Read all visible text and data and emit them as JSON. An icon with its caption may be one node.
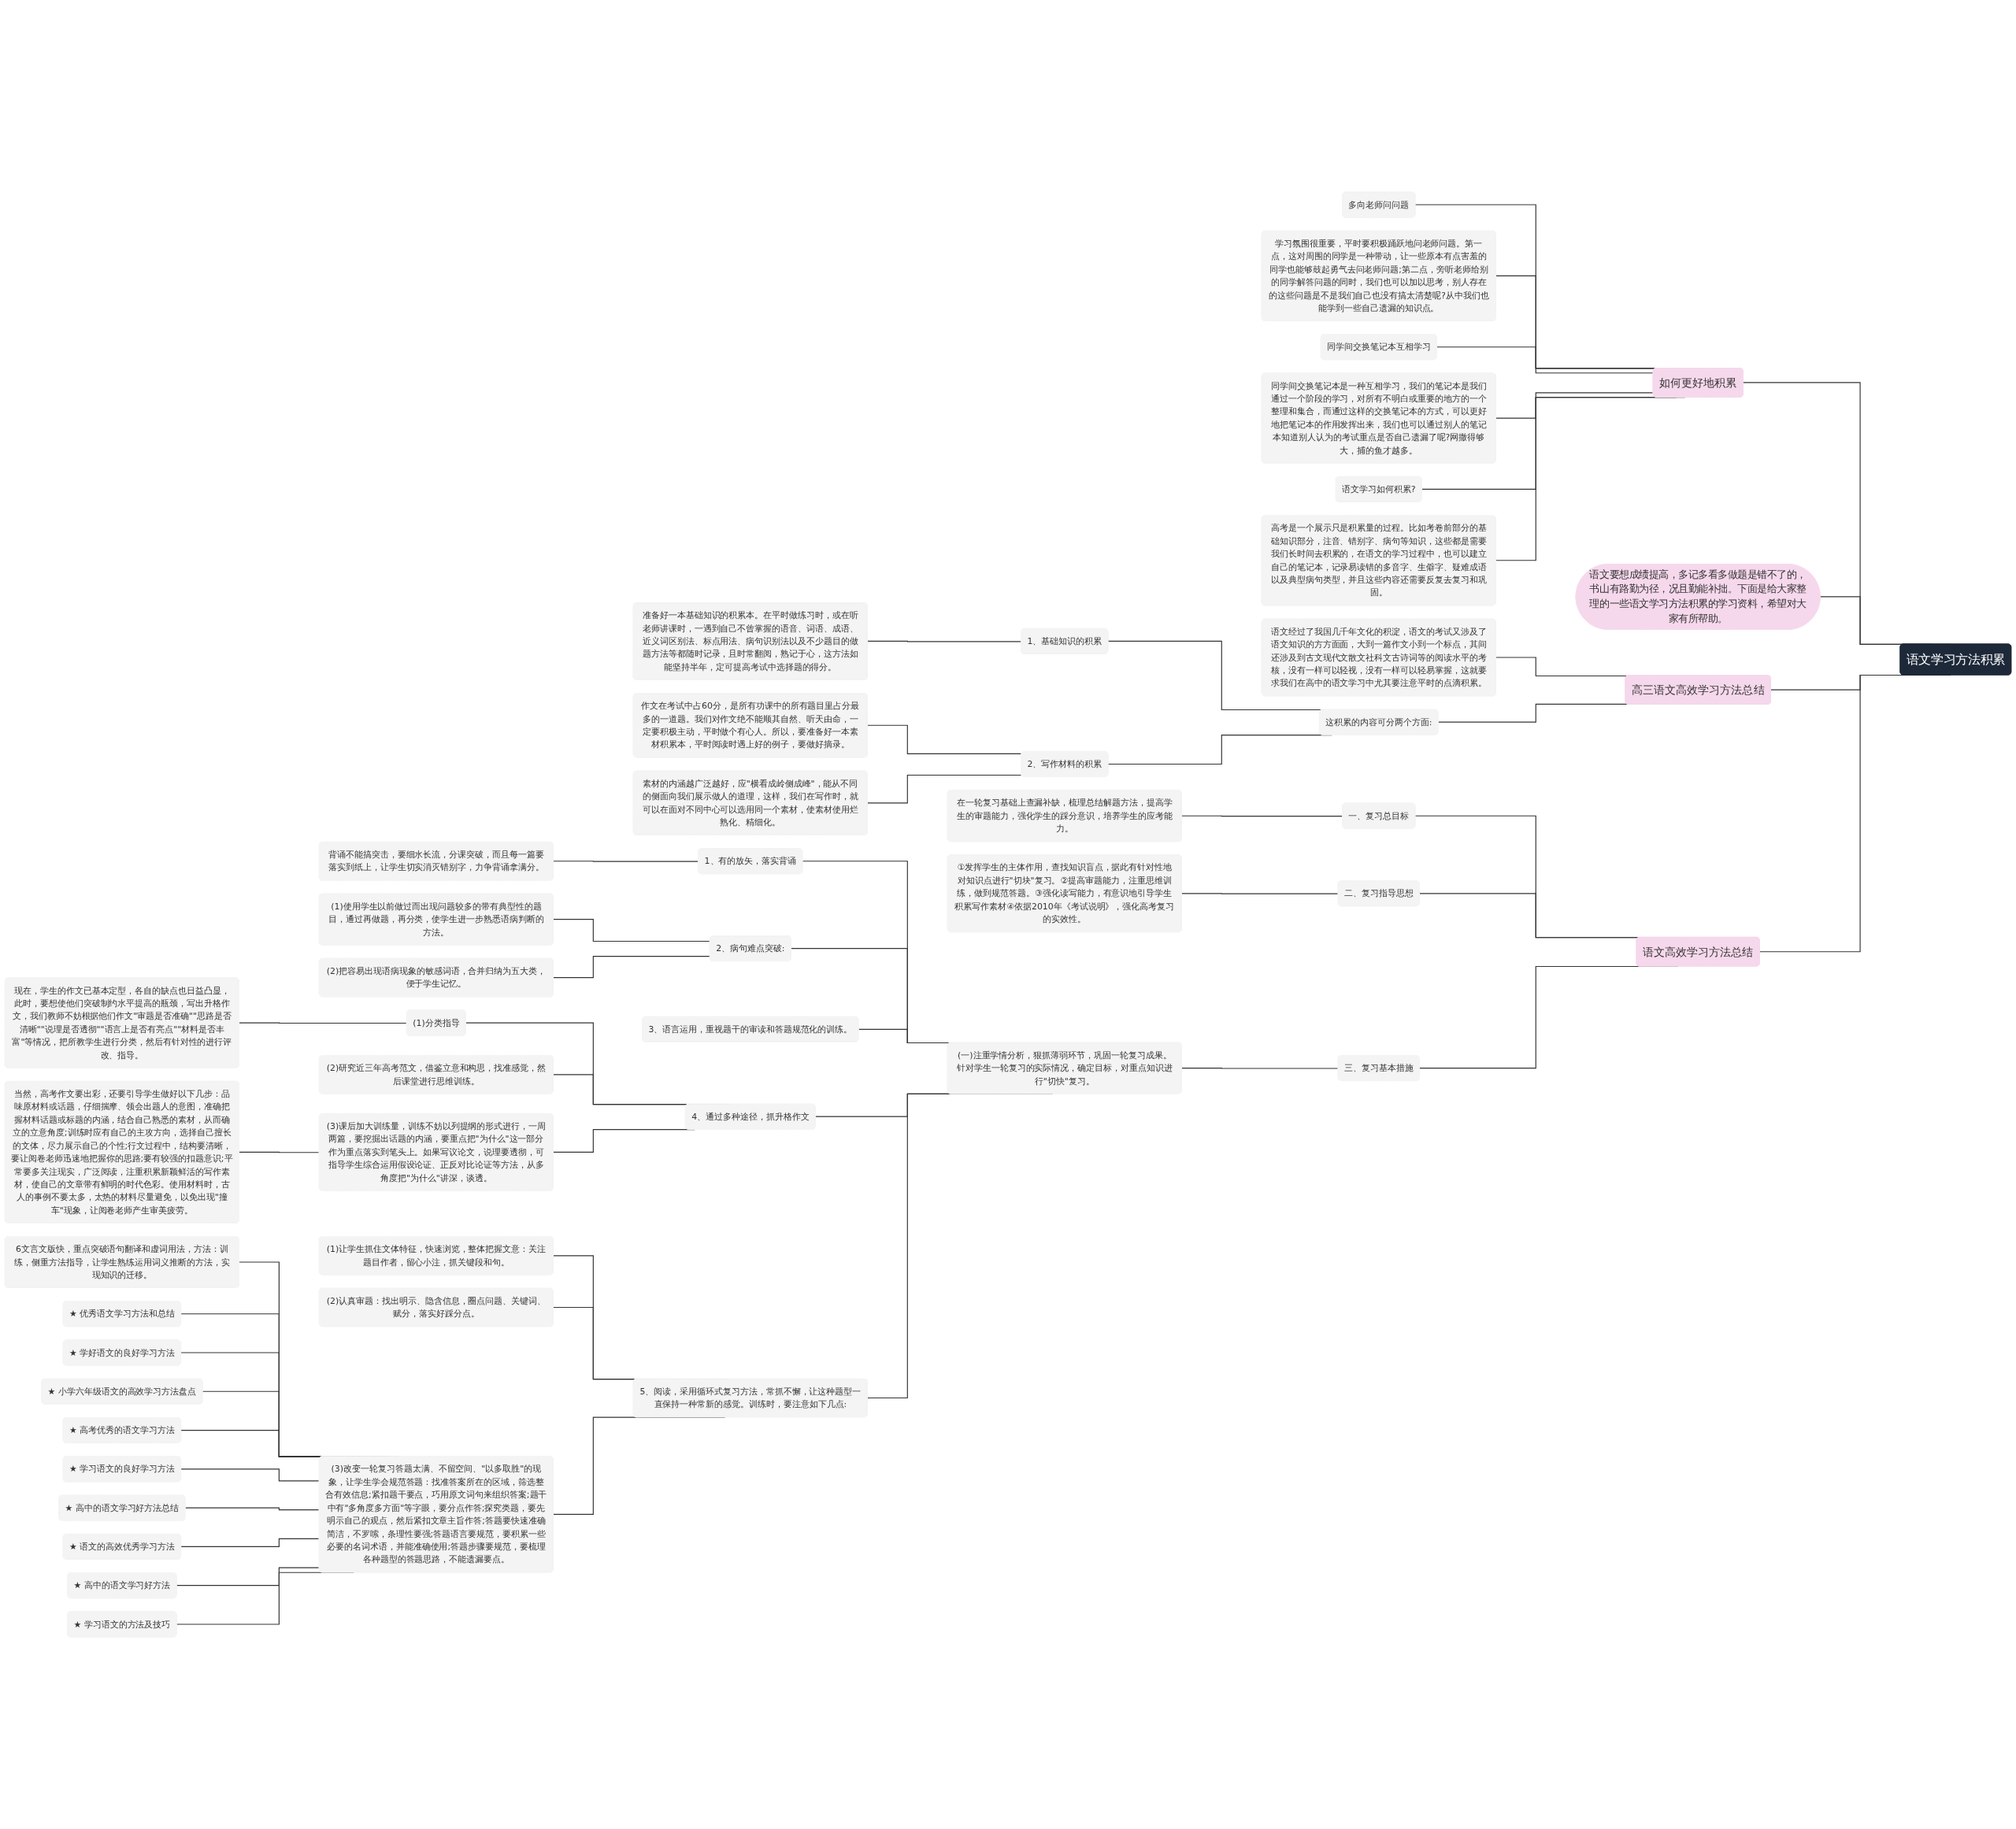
{
  "diagram": {
    "nodes": [
      {
        "text": [
          "语文学习方法积累"
        ]
      },
      {
        "text": [
          "如何更好地积累"
        ]
      },
      {
        "text": [
          "多向老师问问题"
        ]
      },
      {
        "text": [
          "学习氛围很重要，平时要积极踊跃地问老师问题。第一点，这对周围的同学是一种带动，让一些原本有点害羞的同学也能够鼓起勇气去问老师问题;第二点，旁听老师给别的同学解答问题的同时，我们也可以加以思考，别人存在的这些问题是不是我们自己也没有搞太清楚呢?从中我们也能学到一些自己遗漏的知识点。"
        ]
      },
      {
        "text": [
          "同学间交换笔记本互相学习"
        ]
      },
      {
        "text": [
          "同学间交换笔记本是一种互相学习，我们的笔记本是我们通过一个阶段的学习，对所有不明白或重要的地方的一个整理和集合，而通过这样的交换笔记本的方式，可以更好地把笔记本的作用发挥出来，我们也可以通过别人的笔记本知道别人认为的考试重点是否自己遗漏了呢?网撒得够大，捕的鱼才越多。"
        ]
      },
      {
        "text": [
          "语文学习如何积累?"
        ]
      },
      {
        "text": [
          "高考是一个展示只是积累量的过程。比如考卷前部分的基础知识部分，注音、错别字、病句等知识，这些都是需要我们长时间去积累的，在语文的学习过程中，也可以建立自己的笔记本，记录易读错的多音字、生僻字、疑难成语以及典型病句类型，并且这些内容还需要反复去复习和巩固。"
        ]
      },
      {
        "text": [
          "语文要想成绩提高，多记多看多做题是错不了的，书山有路勤为径，况且勤能补拙。下面是给大家整理的一些语文学习方法积累的学习资料，希望对大家有所帮助。"
        ]
      },
      {
        "text": [
          "高三语文高效学习方法总结"
        ]
      },
      {
        "text": [
          "语文经过了我国几千年文化的积淀，语文的考试又涉及了语文知识的方方面面，大到一篇作文小到一个标点，其间还涉及到古文现代文散文社科文古诗词等的阅读水平的考核，没有一样可以轻视，没有一样可以轻易掌握，这就要求我们在高中的语文学习中尤其要注意平时的点滴积累。"
        ]
      },
      {
        "text": [
          "这积累的内容可分两个方面:"
        ]
      },
      {
        "text": [
          "1、基础知识的积累"
        ]
      },
      {
        "text": [
          "准备好一本基础知识的积累本。在平时做练习时，或在听老师讲课时，一遇到自己不曾掌握的语音、词语、成语、近义词区别法、标点用法、病句识别法以及不少题目的做题方法等都随时记录，且时常翻阅，熟记于心，这方法如能坚持半年，定可提高考试中选择题的得分。"
        ]
      },
      {
        "text": [
          "2、写作材料的积累"
        ]
      },
      {
        "text": [
          "作文在考试中占60分，是所有功课中的所有题目里占分最多的一道题。我们对作文绝不能顺其自然、听天由命，一定要积极主动，平时做个有心人。所以，要准备好一本素材积累本，平时阅读时遇上好的例子，要做好摘录。"
        ]
      },
      {
        "text": [
          "素材的内涵越广泛越好，应\"横看成岭侧成峰\"，能从不同的侧面向我们展示做人的道理，这样，我们在写作时，就可以在面对不同中心可以选用同一个素材，使素材使用烂熟化、精细化。"
        ]
      },
      {
        "text": [
          "语文高效学习方法总结"
        ]
      },
      {
        "text": [
          "一、复习总目标"
        ]
      },
      {
        "text": [
          "在一轮复习基础上查漏补缺，梳理总结解题方法，提高学生的审题能力，强化学生的踩分意识，培养学生的应考能力。"
        ]
      },
      {
        "text": [
          "二、复习指导思想"
        ]
      },
      {
        "text": [
          "①发挥学生的主体作用，查找知识盲点，据此有针对性地对知识点进行\"切块\"复习。②提高审题能力，注重思维训练，做到规范答题。③强化读写能力，有意识地引导学生积累写作素材④依据2010年《考试说明》，强化高考复习的实效性。"
        ]
      },
      {
        "text": [
          "三、复习基本措施"
        ]
      },
      {
        "text": [
          "(一)注重学情分析，狠抓薄弱环节，巩固一轮复习成果。针对学生一轮复习的实际情况，确定目标，对重点知识进行\"切快\"复习。"
        ]
      },
      {
        "text": [
          "1、有的放矢，落实背诵"
        ]
      },
      {
        "text": [
          "背诵不能搞突击，要细水长流，分课突破，而且每一篇要落实到纸上，让学生切实消灭错别字，力争背诵拿满分。"
        ]
      },
      {
        "text": [
          "2、病句难点突破:"
        ]
      },
      {
        "text": [
          "(1)使用学生以前做过而出现问题较多的带有典型性的题目，通过再做题，再分类，使学生进一步熟悉语病判断的方法。"
        ]
      },
      {
        "text": [
          "(2)把容易出现语病现象的敏感词语，合并归纳为五大类，便于学生记忆。"
        ]
      },
      {
        "text": [
          "3、语言运用，重视题干的审读和答题规范化的训练。"
        ]
      },
      {
        "text": [
          "4、通过多种途径，抓升格作文"
        ]
      },
      {
        "text": [
          "(1)分类指导"
        ]
      },
      {
        "text": [
          "现在，学生的作文已基本定型，各自的缺点也日益凸显，此时，要想使他们突破制约水平提高的瓶颈，写出升格作文，我们教师不妨根据他们作文\"审题是否准确\"\"思路是否清晰\"\"说理是否透彻\"\"语言上是否有亮点\"\"材料是否丰富\"等情况，把所教学生进行分类，然后有针对性的进行评改、指导。"
        ]
      },
      {
        "text": [
          "(2)研究近三年高考范文，借鉴立意和构思，找准感觉，然后课堂进行思维训练。"
        ]
      },
      {
        "text": [
          "(3)课后加大训练量，训练不妨以列提纲的形式进行，一周两篇，要挖掘出话题的内涵，要重点把\"为什么\"这一部分作为重点落实到笔头上。如果写议论文，说理要透彻，可指导学生综合运用假设论证、正反对比论证等方法，从多角度把\"为什么\"讲深，谈透。"
        ]
      },
      {
        "text": [
          "当然，高考作文要出彩，还要引导学生做好以下几步：品味原材料或话题，仔细揣摩、领会出题人的意图，准确把握材料话题或标题的内涵，结合自己熟悉的素材，从而确立的立意角度;训练时应有自己的主攻方向，选择自己擅长的文体，尽力展示自己的个性;行文过程中，结构要清晰，要让阅卷老师迅速地把握你的思路;要有较强的扣题意识;平常要多关注现实，广泛阅读，注重积累新颖鲜活的写作素材，使自己的文章带有鲜明的时代色彩。使用材料时，古人的事例不要太多，太热的材料尽量避免，以免出现\"撞车\"现象，让阅卷老师产生审美疲劳。"
        ]
      },
      {
        "text": [
          "5、阅读，采用循环式复习方法，常抓不懈，让这种题型一直保持一种常新的感觉。训练时，要注意如下几点:"
        ]
      },
      {
        "text": [
          "(1)让学生抓住文体特征，快速浏览，整体把握文意：关注题目作者，留心小注，抓关键段和句。"
        ]
      },
      {
        "text": [
          "(2)认真审题：找出明示、隐含信息，圈点问题、关键词、赋分，落实好踩分点。"
        ]
      },
      {
        "text": [
          "(3)改变一轮复习答题太满、不留空间、\"以多取胜\"的现象，让学生学会规范答题：找准答案所在的区域，筛选整合有效信息;紧扣题干要点，巧用原文词句来组织答案;题干中有\"多角度多方面\"等字眼，要分点作答;探究类题，要先明示自己的观点，然后紧扣文章主旨作答;答题要快速准确简洁，不罗嗦，条理性要强;答题语言要规范，要积累一些必要的名词术语，并能准确使用;答题步骤要规范，要梳理各种题型的答题思路，不能遗漏要点。"
        ]
      },
      {
        "text": [
          "6文言文版快，重点突破语句翻译和虚词用法，方法：训练，侧重方法指导，让学生熟练运用词义推断的方法，实现知识的迁移。"
        ]
      },
      {
        "text": [
          "★ 优秀语文学习方法和总结"
        ]
      },
      {
        "text": [
          "★ 学好语文的良好学习方法"
        ]
      },
      {
        "text": [
          "★ 小学六年级语文的高效学习方法盘点"
        ]
      },
      {
        "text": [
          "★ 高考优秀的语文学习方法"
        ]
      },
      {
        "text": [
          "★ 学习语文的良好学习方法"
        ]
      },
      {
        "text": [
          "★ 高中的语文学习好方法总结"
        ]
      },
      {
        "text": [
          "★ 语文的高效优秀学习方法"
        ]
      },
      {
        "text": [
          "★ 高中的语文学习好方法"
        ]
      },
      {
        "text": [
          "★ 学习语文的方法及技巧"
        ]
      }
    ],
    "edges": [
      {
        "from": 0,
        "to": 1,
        "arrow": "none"
      },
      {
        "from": 1,
        "to": 2,
        "arrow": "none"
      },
      {
        "from": 1,
        "to": 3,
        "arrow": "none"
      },
      {
        "from": 1,
        "to": 4,
        "arrow": "none"
      },
      {
        "from": 1,
        "to": 5,
        "arrow": "none"
      },
      {
        "from": 1,
        "to": 6,
        "arrow": "none"
      },
      {
        "from": 1,
        "to": 7,
        "arrow": "none"
      },
      {
        "from": 0,
        "to": 8,
        "arrow": "none"
      },
      {
        "from": 0,
        "to": 9,
        "arrow": "none"
      },
      {
        "from": 9,
        "to": 10,
        "arrow": "none"
      },
      {
        "from": 9,
        "to": 11,
        "arrow": "none"
      },
      {
        "from": 11,
        "to": 12,
        "arrow": "none"
      },
      {
        "from": 12,
        "to": 13,
        "arrow": "none"
      },
      {
        "from": 11,
        "to": 14,
        "arrow": "none"
      },
      {
        "from": 14,
        "to": 15,
        "arrow": "none"
      },
      {
        "from": 14,
        "to": 16,
        "arrow": "none"
      },
      {
        "from": 0,
        "to": 17,
        "arrow": "none"
      },
      {
        "from": 17,
        "to": 18,
        "arrow": "none"
      },
      {
        "from": 18,
        "to": 19,
        "arrow": "none"
      },
      {
        "from": 17,
        "to": 20,
        "arrow": "none"
      },
      {
        "from": 20,
        "to": 21,
        "arrow": "none"
      },
      {
        "from": 17,
        "to": 22,
        "arrow": "none"
      },
      {
        "from": 22,
        "to": 23,
        "arrow": "none"
      },
      {
        "from": 23,
        "to": 24,
        "arrow": "none"
      },
      {
        "from": 24,
        "to": 25,
        "arrow": "none"
      },
      {
        "from": 23,
        "to": 26,
        "arrow": "none"
      },
      {
        "from": 26,
        "to": 27,
        "arrow": "none"
      },
      {
        "from": 26,
        "to": 28,
        "arrow": "none"
      },
      {
        "from": 23,
        "to": 29,
        "arrow": "none"
      },
      {
        "from": 23,
        "to": 30,
        "arrow": "none"
      },
      {
        "from": 30,
        "to": 31,
        "arrow": "none"
      },
      {
        "from": 31,
        "to": 32,
        "arrow": "none"
      },
      {
        "from": 30,
        "to": 33,
        "arrow": "none"
      },
      {
        "from": 30,
        "to": 34,
        "arrow": "none"
      },
      {
        "from": 34,
        "to": 35,
        "arrow": "none"
      },
      {
        "from": 23,
        "to": 36,
        "arrow": "none"
      },
      {
        "from": 36,
        "to": 37,
        "arrow": "none"
      },
      {
        "from": 36,
        "to": 38,
        "arrow": "none"
      },
      {
        "from": 36,
        "to": 39,
        "arrow": "none"
      },
      {
        "from": 39,
        "to": 40,
        "arrow": "none"
      },
      {
        "from": 39,
        "to": 41,
        "arrow": "none"
      },
      {
        "from": 39,
        "to": 42,
        "arrow": "none"
      },
      {
        "from": 39,
        "to": 43,
        "arrow": "none"
      },
      {
        "from": 39,
        "to": 44,
        "arrow": "none"
      },
      {
        "from": 39,
        "to": 45,
        "arrow": "none"
      },
      {
        "from": 39,
        "to": 46,
        "arrow": "none"
      },
      {
        "from": 39,
        "to": 47,
        "arrow": "none"
      },
      {
        "from": 39,
        "to": 48,
        "arrow": "none"
      },
      {
        "from": 39,
        "to": 49,
        "arrow": "none"
      }
    ]
  }
}
